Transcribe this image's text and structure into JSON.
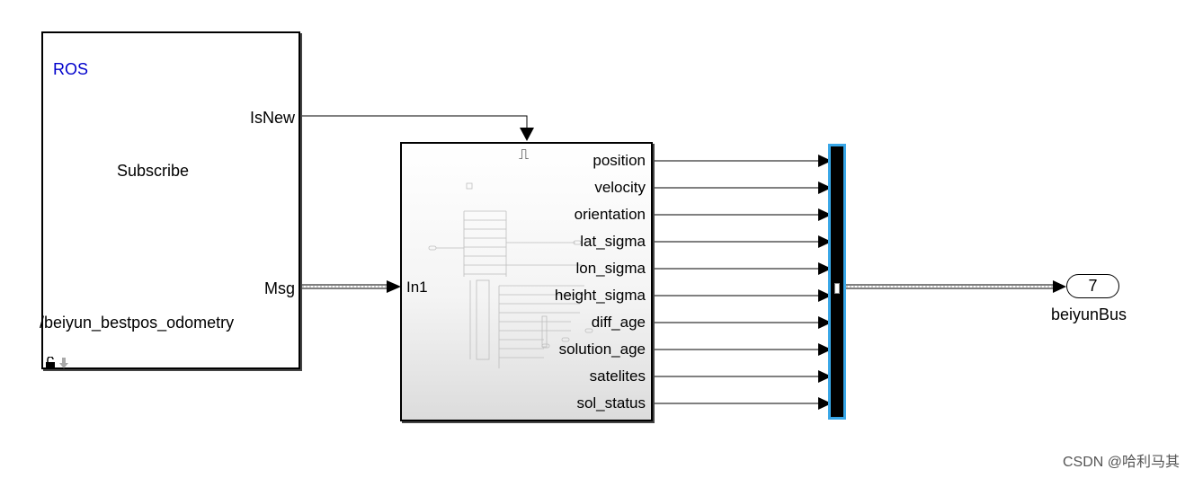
{
  "ros_block": {
    "tag": "ROS",
    "title": "Subscribe",
    "topic": "/beiyun_bestpos_odometry",
    "ports": {
      "isnew": "IsNew",
      "msg": "Msg"
    }
  },
  "subsystem_block": {
    "input": "In1",
    "trigger_symbol": "⎍",
    "outputs": [
      "position",
      "velocity",
      "orientation",
      "lat_sigma",
      "lon_sigma",
      "height_sigma",
      "diff_age",
      "solution_age",
      "satelites",
      "sol_status"
    ]
  },
  "outport": {
    "number": "7",
    "label": "beiyunBus"
  },
  "watermark": "CSDN @哈利马其",
  "colors": {
    "selection": "#39a7e8",
    "ros_tag": "#0000cc"
  }
}
